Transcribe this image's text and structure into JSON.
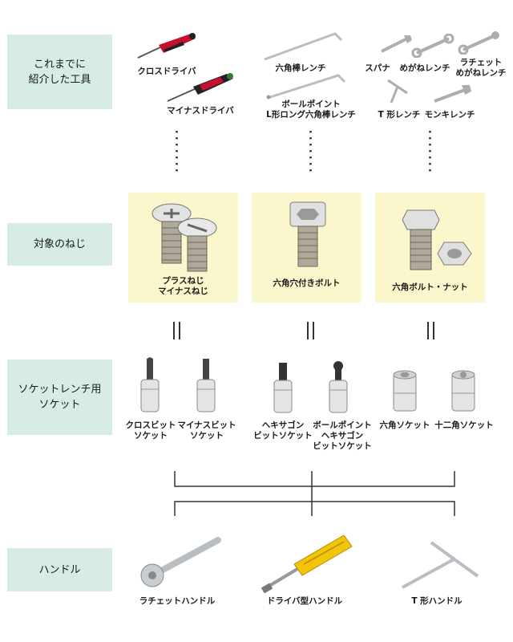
{
  "rows": {
    "tools": "これまでに\n紹介した工具",
    "screws": "対象のねじ",
    "sockets": "ソケットレンチ用\nソケット",
    "handles": "ハンドル"
  },
  "tools": {
    "cross_driver": "クロスドライバ",
    "minus_driver": "マイナスドライバ",
    "hex_key": "六角棒レンチ",
    "ball_point": "ボールポイント\nL形ロング六角棒レンチ",
    "spanner": "スパナ",
    "box_wrench": "めがねレンチ",
    "ratchet_box": "ラチェット\nめがねレンチ",
    "t_wrench": "T 形レンチ",
    "monkey_wrench": "モンキレンチ"
  },
  "screws": {
    "plus_minus": "プラスねじ\nマイナスねじ",
    "socket_head": "六角穴付きボルト",
    "hex_bolt": "六角ボルト・ナット"
  },
  "sockets": {
    "cross_bit": "クロスビット\nソケット",
    "minus_bit": "マイナスビット\nソケット",
    "hex_bit": "ヘキサゴン\nビットソケット",
    "ball_hex_bit": "ボールポイント\nヘキサゴン\nビットソケット",
    "hex_socket": "六角ソケット",
    "twelve_socket": "十二角ソケット"
  },
  "handles": {
    "ratchet": "ラチェットハンドル",
    "driver_type": "ドライバ型ハンドル",
    "t_handle": "T 形ハンドル"
  },
  "colors": {
    "label_bg": "#d7ece6",
    "panel_bg": "#fbf7cc",
    "driver_red": "#c8102e",
    "handle_yellow": "#f2c40a"
  }
}
